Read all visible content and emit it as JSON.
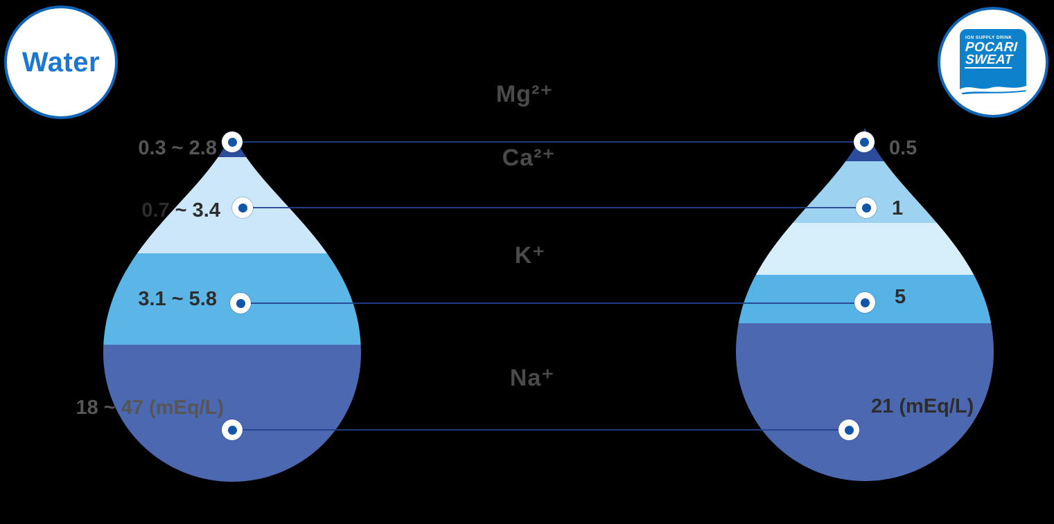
{
  "badges": {
    "water": {
      "label": "Water",
      "text_color": "#1a78d2",
      "border_color": "#1266b8"
    },
    "pocari": {
      "tagline": "ION SUPPLY DRINK",
      "brand_line1": "POCARI",
      "brand_line2": "SWEAT",
      "logo_bg": "#0e81cd",
      "border_color": "#1266b8"
    }
  },
  "unit": "mEq/L",
  "ions": [
    {
      "id": "mg",
      "label": "Mg²⁺",
      "water_value": "0.3 ~ 2.8",
      "pocari_value": "0.5"
    },
    {
      "id": "ca",
      "label": "Ca²⁺",
      "water_value": "0.7 ~ 3.4",
      "pocari_value": "1"
    },
    {
      "id": "k",
      "label": "K⁺",
      "water_value": "3.1 ~ 5.8",
      "pocari_value": "5"
    },
    {
      "id": "na",
      "label": "Na⁺",
      "water_value": "18 ~ 47 (mEq/L)",
      "pocari_value": "21 (mEq/L)"
    }
  ],
  "droplets": {
    "water": {
      "name": "Water",
      "bands": [
        {
          "ion": "Mg",
          "color": "#2c4c9c"
        },
        {
          "ion": "Ca",
          "color": "#cbe7f9"
        },
        {
          "ion": "K",
          "color": "#5cb5e7"
        },
        {
          "ion": "Na",
          "color": "#4c68b1"
        }
      ]
    },
    "pocari": {
      "name": "POCARI SWEAT",
      "bands": [
        {
          "ion": "Mg",
          "color": "#2c4c9c"
        },
        {
          "ion": "Ca",
          "color": "#9dd2f1"
        },
        {
          "ion": "Ca",
          "color": "#d7eefb"
        },
        {
          "ion": "K",
          "color": "#57b2e6"
        },
        {
          "ion": "Na",
          "color": "#4c68b1"
        }
      ]
    }
  },
  "connector_color": "#24418f",
  "marker": {
    "ring_color": "#ffffff",
    "dot_color": "#1356a8"
  },
  "chart_data": {
    "type": "table",
    "title": "Electrolyte comparison: Water vs POCARI SWEAT",
    "unit": "mEq/L",
    "categories": [
      "Mg2+",
      "Ca2+",
      "K+",
      "Na+"
    ],
    "series": [
      {
        "name": "Water",
        "values": [
          "0.3 ~ 2.8",
          "0.7 ~ 3.4",
          "3.1 ~ 5.8",
          "18 ~ 47"
        ]
      },
      {
        "name": "POCARI SWEAT",
        "values": [
          "0.5",
          "1",
          "5",
          "21"
        ]
      }
    ]
  }
}
